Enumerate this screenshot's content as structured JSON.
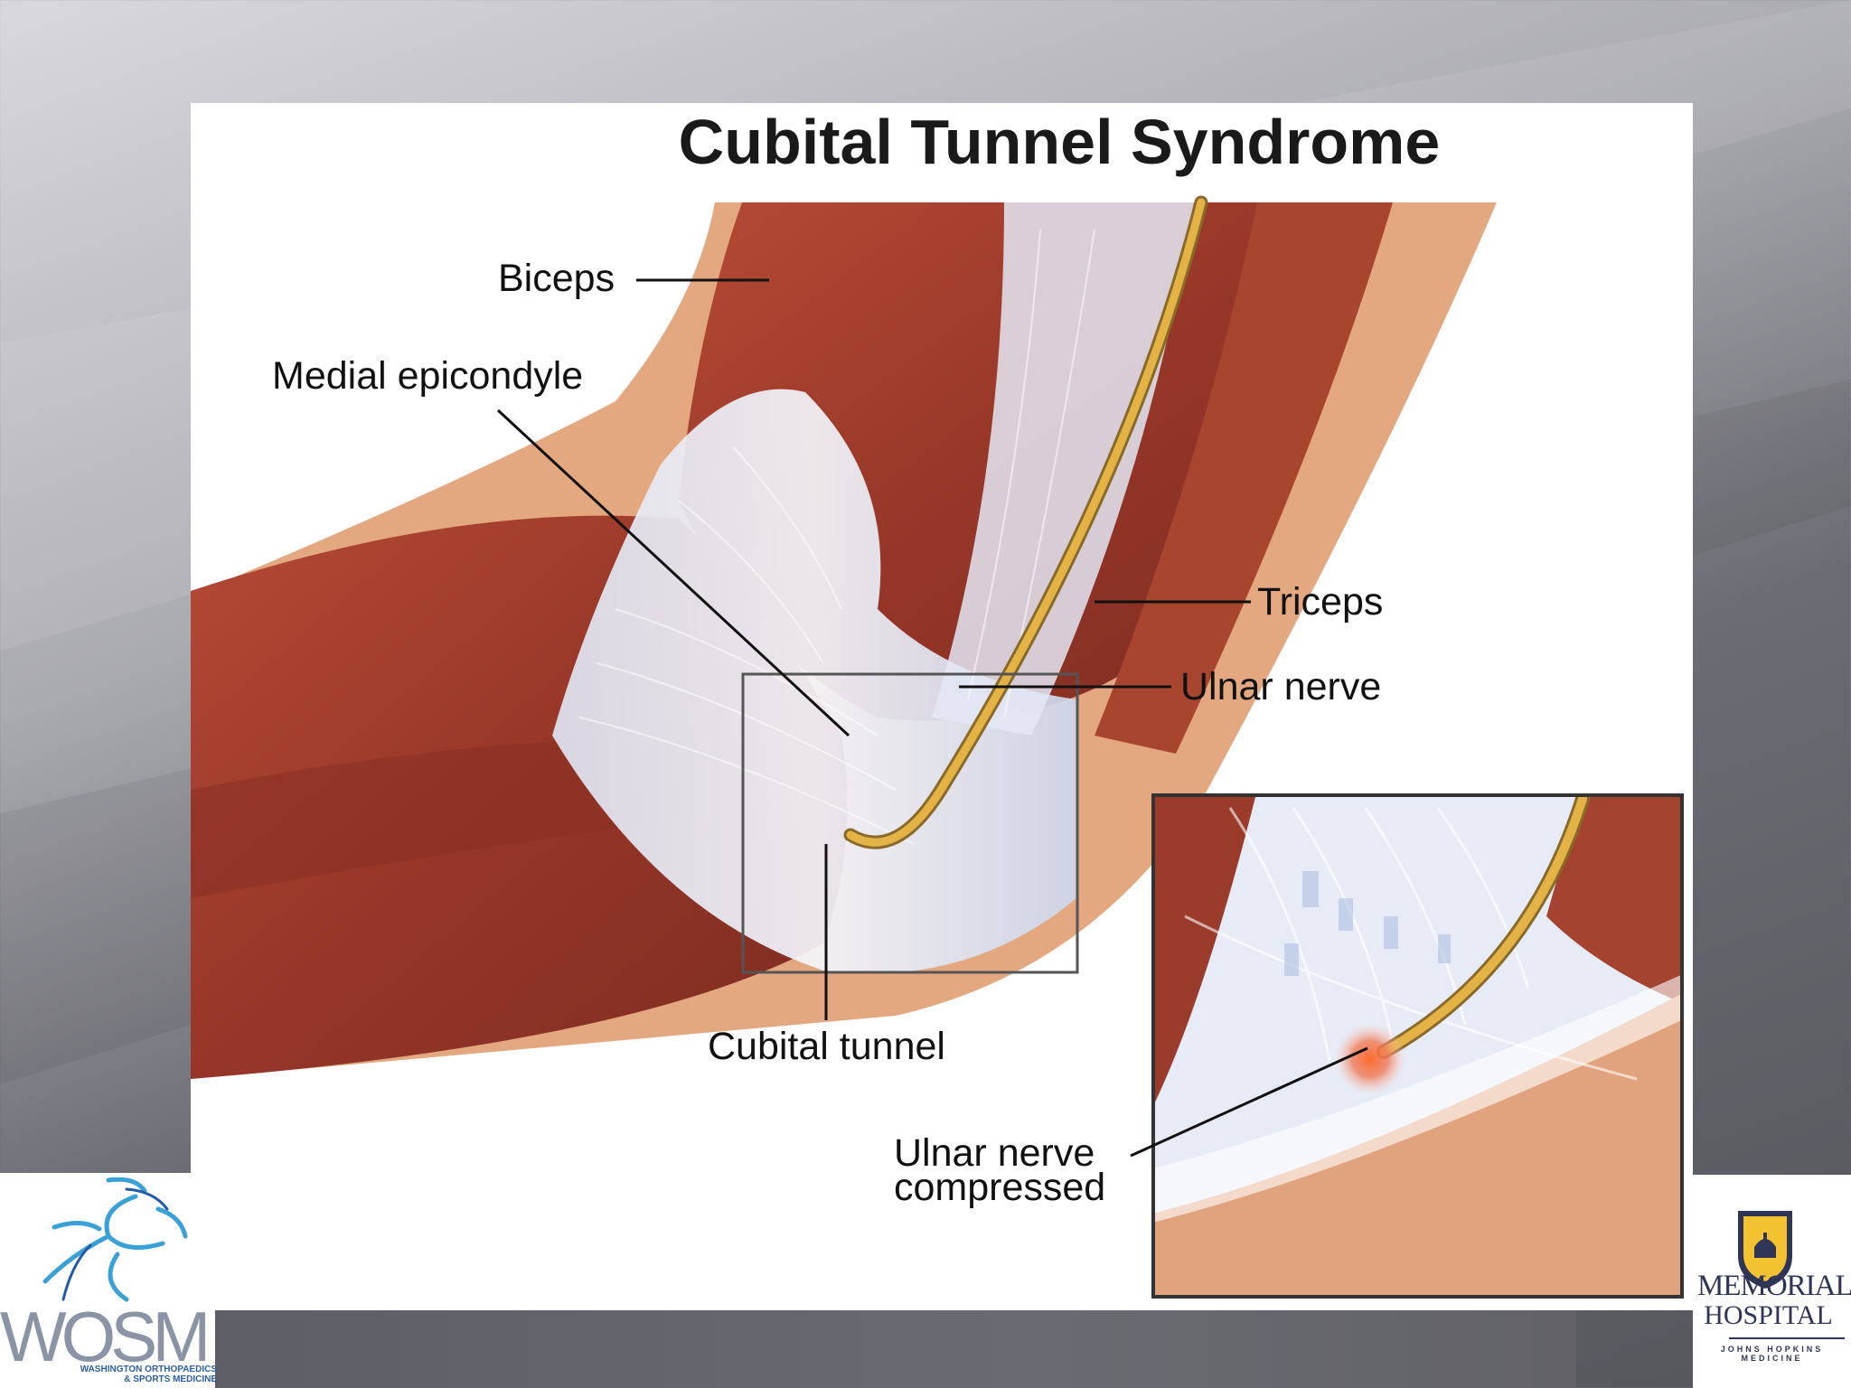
{
  "diagram": {
    "title": "Cubital Tunnel Syndrome",
    "labels": {
      "biceps": "Biceps",
      "medial_epicondyle": "Medial epicondyle",
      "triceps": "Triceps",
      "ulnar_nerve": "Ulnar nerve",
      "cubital_tunnel": "Cubital tunnel",
      "ulnar_nerve_compressed_line1": "Ulnar nerve",
      "ulnar_nerve_compressed_line2": "compressed"
    }
  },
  "logos": {
    "left": {
      "name": "WOSM",
      "sub_line1": "WASHINGTON ORTHOPAEDICS",
      "sub_line2": "& SPORTS MEDICINE"
    },
    "right": {
      "line1": "MEMORIAL",
      "line2": "HOSPITAL",
      "line3": "JOHNS HOPKINS MEDICINE"
    }
  },
  "colors": {
    "muscle": "#9b3b2c",
    "tendon": "#e8ecf6",
    "nerve": "#d9a531",
    "skin": "#e1a37d",
    "compression": "#e5532a"
  }
}
